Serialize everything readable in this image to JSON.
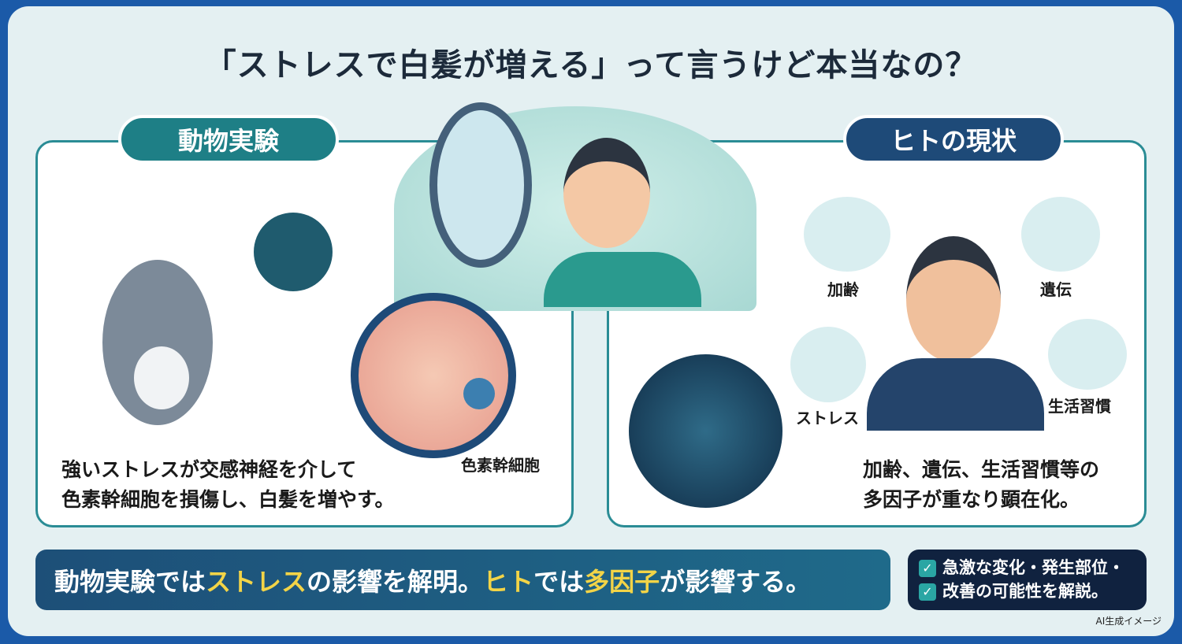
{
  "title": "「ストレスで白髪が増える」って言うけど本当なの？",
  "left": {
    "label": "動物実験",
    "cell_label": "色素幹細胞",
    "text_line1": "強いストレスが交感神経を介して",
    "text_line2": "色素幹細胞を損傷し、白髪を増やす。"
  },
  "right": {
    "label": "ヒトの現状",
    "factors": [
      "加齢",
      "遺伝",
      "ストレス",
      "生活習慣"
    ],
    "text_line1": "加齢、遺伝、生活習慣等の",
    "text_line2": "多因子が重なり顕在化。"
  },
  "banner": {
    "part1": "動物実験では",
    "hl1": "ストレス",
    "part2": "の影響を解明。",
    "hl2": "ヒト",
    "part3": "では",
    "hl3": "多因子",
    "part4": "が影響する。"
  },
  "checklist": [
    "急激な変化・発生部位・",
    "改善の可能性を解説。"
  ],
  "watermark": "AI生成イメージ",
  "colors": {
    "border": "#1b5aa8",
    "teal": "#1e7f86",
    "navy": "#1e4a78",
    "highlight": "#f3d447"
  }
}
